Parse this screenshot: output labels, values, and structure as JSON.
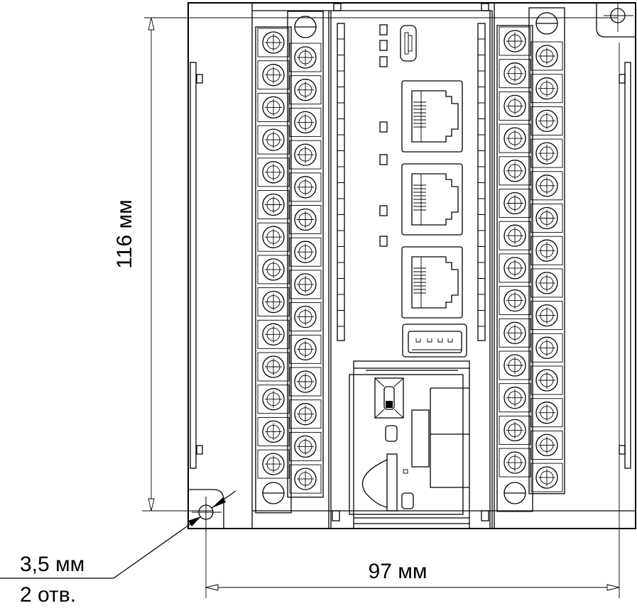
{
  "drawing": {
    "height_dimension": "116 мм",
    "width_dimension": "97 мм",
    "hole_diameter": "3,5 мм",
    "hole_count": "2 отв."
  },
  "device": {
    "terminals_per_column": 14,
    "rj45_ports": 3,
    "usb_a_ports": 1,
    "micro_usb_ports": 1
  },
  "colors": {
    "line": "#000000",
    "background": "#ffffff"
  }
}
